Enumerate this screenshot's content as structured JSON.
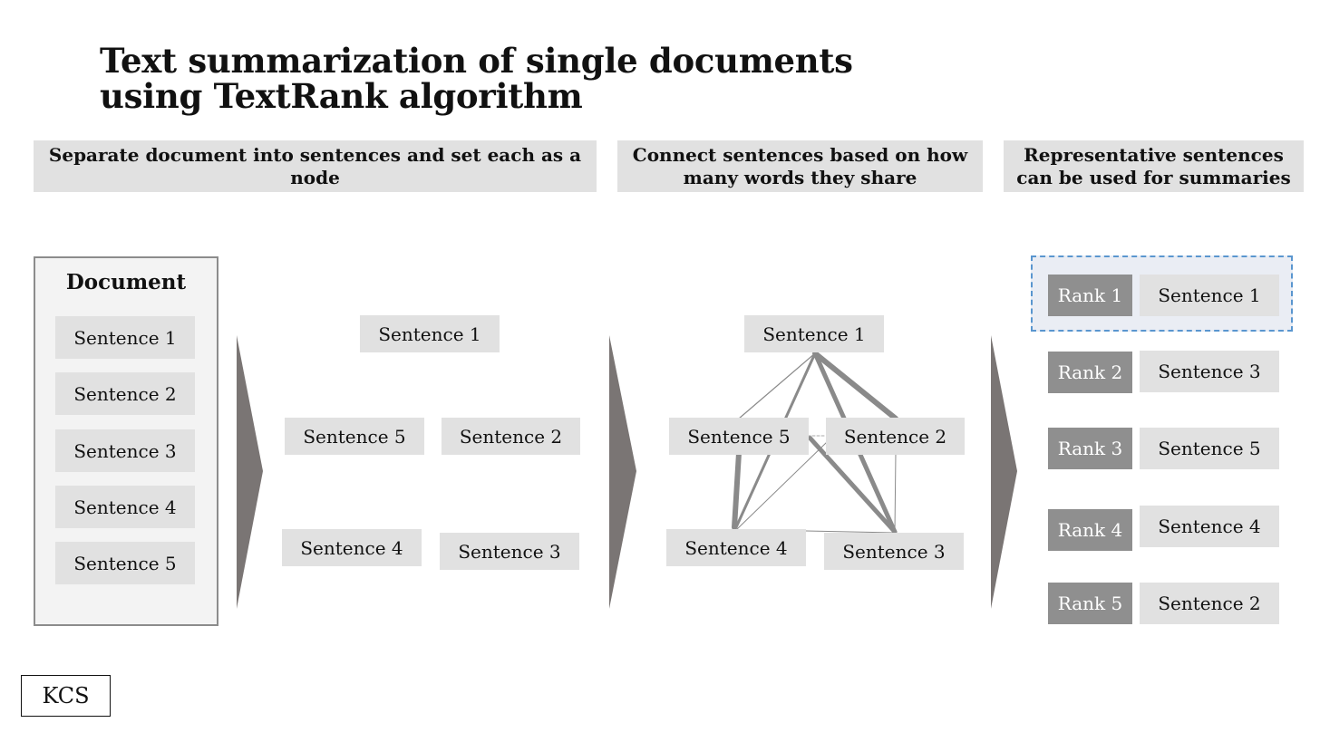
{
  "title": {
    "line1": "Text summarization of single documents",
    "line2": "using TextRank algorithm"
  },
  "steps": [
    "Separate document into sentences and set each as a node",
    "Connect sentences based on how many words they share",
    "Representative sentences can be used for summaries"
  ],
  "document": {
    "title": "Document",
    "sentences": [
      "Sentence 1",
      "Sentence 2",
      "Sentence 3",
      "Sentence 4",
      "Sentence 5"
    ]
  },
  "nodes": {
    "s1": "Sentence 1",
    "s2": "Sentence 2",
    "s3": "Sentence 3",
    "s4": "Sentence 4",
    "s5": "Sentence 5"
  },
  "ranking": [
    {
      "rank": "Rank 1",
      "sentence": "Sentence 1"
    },
    {
      "rank": "Rank 2",
      "sentence": "Sentence 3"
    },
    {
      "rank": "Rank 3",
      "sentence": "Sentence 5"
    },
    {
      "rank": "Rank 4",
      "sentence": "Sentence 4"
    },
    {
      "rank": "Rank 5",
      "sentence": "Sentence 2"
    }
  ],
  "footer": {
    "label": "KCS"
  },
  "colors": {
    "box": "#e1e1e1",
    "rank": "#8f8f8f",
    "arrow": "#7a7574",
    "edge": "#8a8a8a",
    "highlight_border": "#5a96cf"
  }
}
